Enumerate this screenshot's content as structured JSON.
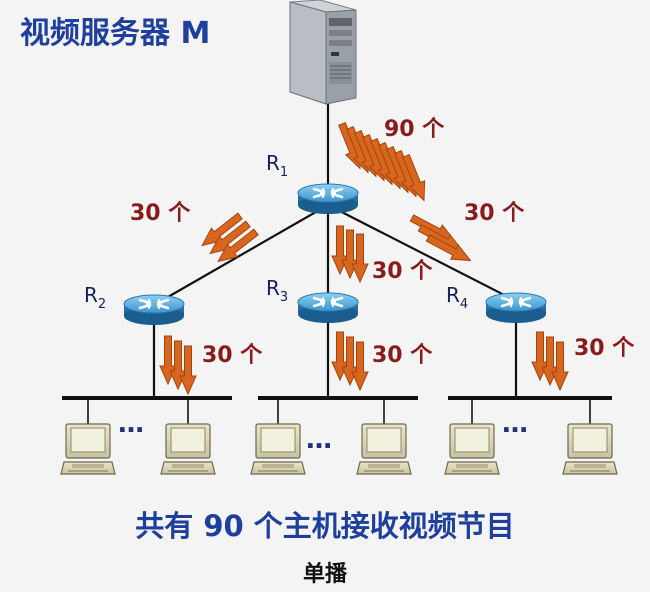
{
  "title": "视频服务器 M",
  "routers": [
    {
      "name": "R",
      "sub": "1"
    },
    {
      "name": "R",
      "sub": "2"
    },
    {
      "name": "R",
      "sub": "3"
    },
    {
      "name": "R",
      "sub": "4"
    }
  ],
  "flow_labels": [
    "90 个",
    "30 个",
    "30 个",
    "30 个",
    "30 个",
    "30 个",
    "30 个"
  ],
  "ellipsis": "…",
  "summary": "共有 90 个主机接收视频节目",
  "subtitle": "单播",
  "colors": {
    "title": "#1f3f9c",
    "count": "#8a1b1b",
    "arrow": "#d9661f",
    "router": "#4aa3d8",
    "line": "#111111"
  }
}
